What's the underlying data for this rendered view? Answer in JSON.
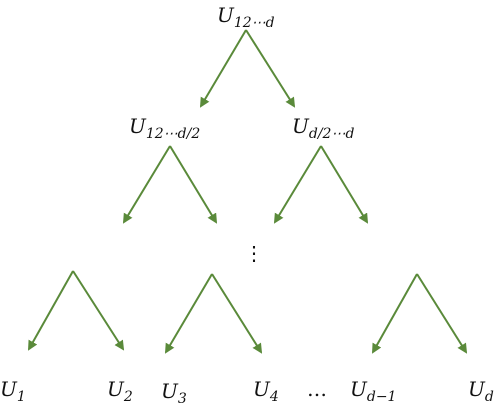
{
  "diagram": {
    "edge_color": "#5a8a3a",
    "nodes": {
      "root": {
        "base": "U",
        "subscript": "12⋯d"
      },
      "left_mid": {
        "base": "U",
        "subscript": "12⋯d/2"
      },
      "right_mid": {
        "base": "U",
        "subscript": "d/2⋯d"
      },
      "leaf_1": {
        "base": "U",
        "subscript": "1"
      },
      "leaf_2": {
        "base": "U",
        "subscript": "2"
      },
      "leaf_3": {
        "base": "U",
        "subscript": "3"
      },
      "leaf_4": {
        "base": "U",
        "subscript": "4"
      },
      "leaf_dm1": {
        "base": "U",
        "subscript": "d−1"
      },
      "leaf_d": {
        "base": "U",
        "subscript": "d"
      }
    },
    "vertical_ellipsis": "⋮",
    "horizontal_ellipsis": "…"
  }
}
